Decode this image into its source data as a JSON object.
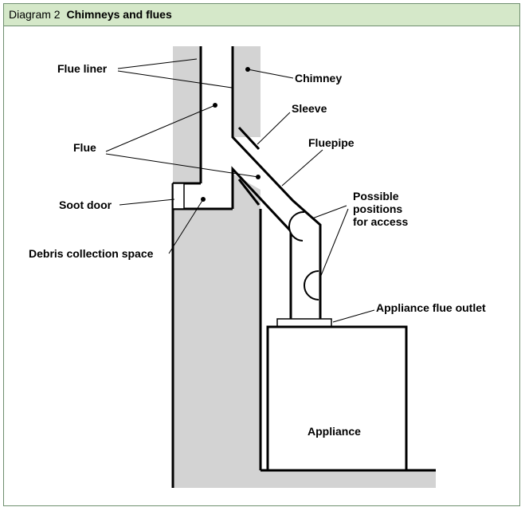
{
  "header": {
    "number": "Diagram 2",
    "title": "Chimneys and flues"
  },
  "labels": {
    "flue_liner": "Flue liner",
    "chimney": "Chimney",
    "sleeve": "Sleeve",
    "flue": "Flue",
    "fluepipe": "Fluepipe",
    "soot_door": "Soot door",
    "possible_line1": "Possible",
    "possible_line2": "positions",
    "possible_line3": "for access",
    "debris": "Debris collection space",
    "outlet": "Appliance flue outlet",
    "appliance": "Appliance"
  },
  "colors": {
    "header_bg": "#d5e8c9",
    "frame_border": "#6f8f6f",
    "masonry": "#d3d3d3",
    "line": "#000000"
  }
}
